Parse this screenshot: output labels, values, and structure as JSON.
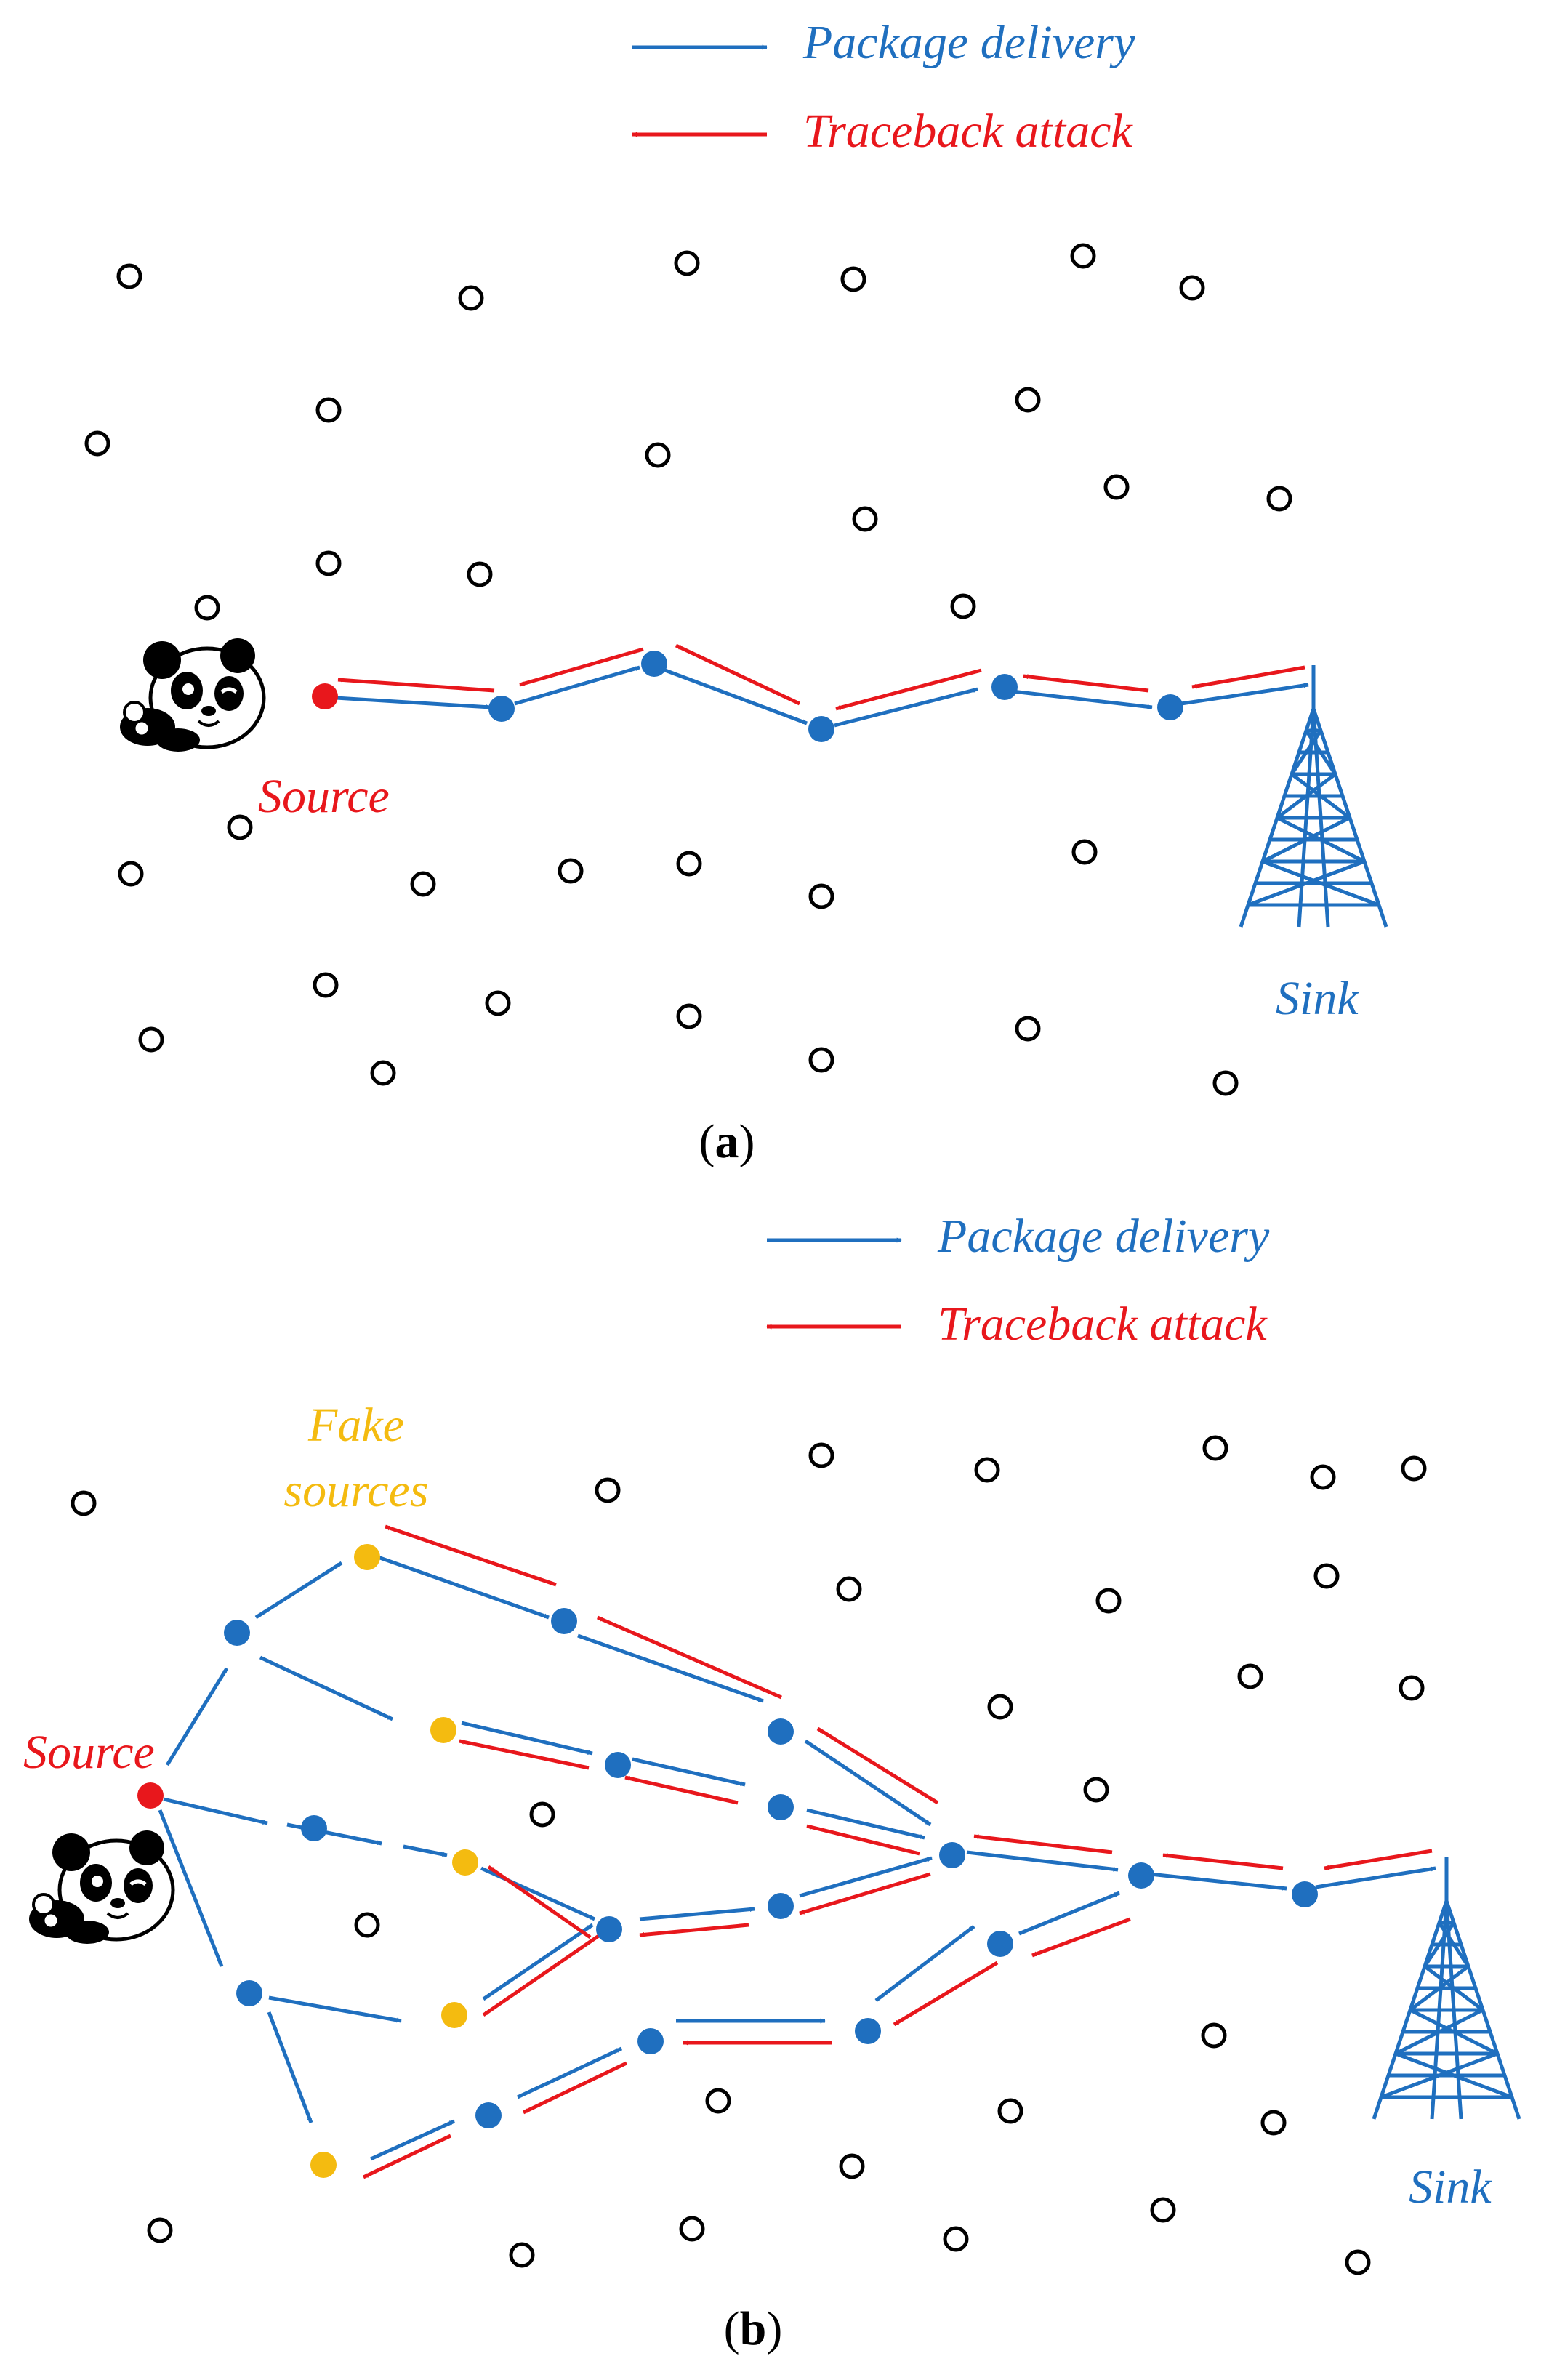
{
  "colors": {
    "blue": "#1f6fbf",
    "red": "#e8171c",
    "yellow": "#f4bb10",
    "black": "#000000"
  },
  "panel_a": {
    "legend": {
      "delivery_label": "Package delivery",
      "traceback_label": "Traceback attack"
    },
    "source_label": "Source",
    "sink_label": "Sink",
    "caption_letter": "a",
    "icons": [
      "panda-icon",
      "sink-tower-icon"
    ]
  },
  "panel_b": {
    "legend": {
      "delivery_label": "Package delivery",
      "traceback_label": "Traceback attack"
    },
    "source_label": "Source",
    "fake_sources_label_line1": "Fake",
    "fake_sources_label_line2": "sources",
    "sink_label": "Sink",
    "caption_letter": "b",
    "icons": [
      "panda-icon",
      "sink-tower-icon"
    ]
  },
  "caption_paren_open": "(",
  "caption_paren_close": ")"
}
